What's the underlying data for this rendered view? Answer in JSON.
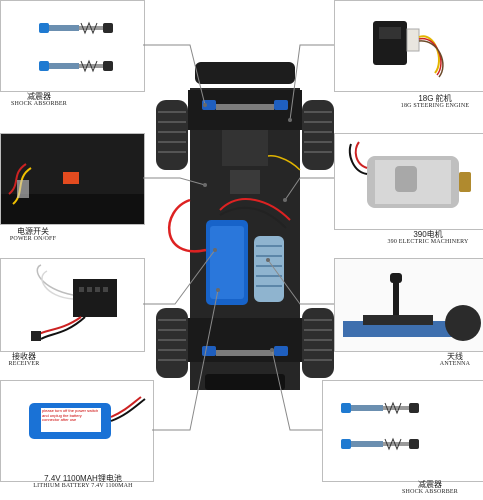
{
  "callouts": {
    "shock_top": {
      "zh": "减震器",
      "en": "SHOCK ABSORBER"
    },
    "steering": {
      "zh": "18G  舵机",
      "en": "18G STEERING ENGINE"
    },
    "power": {
      "zh": "电源开关",
      "en": "POWER ON/OFF"
    },
    "motor": {
      "zh": "390电机",
      "en": "390 ELECTRIC MACHINERY"
    },
    "receiver": {
      "zh": "接收器",
      "en": "RECEIVER"
    },
    "antenna": {
      "zh": "天线",
      "en": "ANTENNA"
    },
    "battery": {
      "zh": "7.4V  1100MAH锂电池",
      "en": "LITHIUM BATTERY 7.4V 1100MAH"
    },
    "shock_bottom": {
      "zh": "减震器",
      "en": "SHOCK ABSORBER"
    }
  },
  "battery_sticker": "please turn off the power switch and unplug the battery connector after use"
}
